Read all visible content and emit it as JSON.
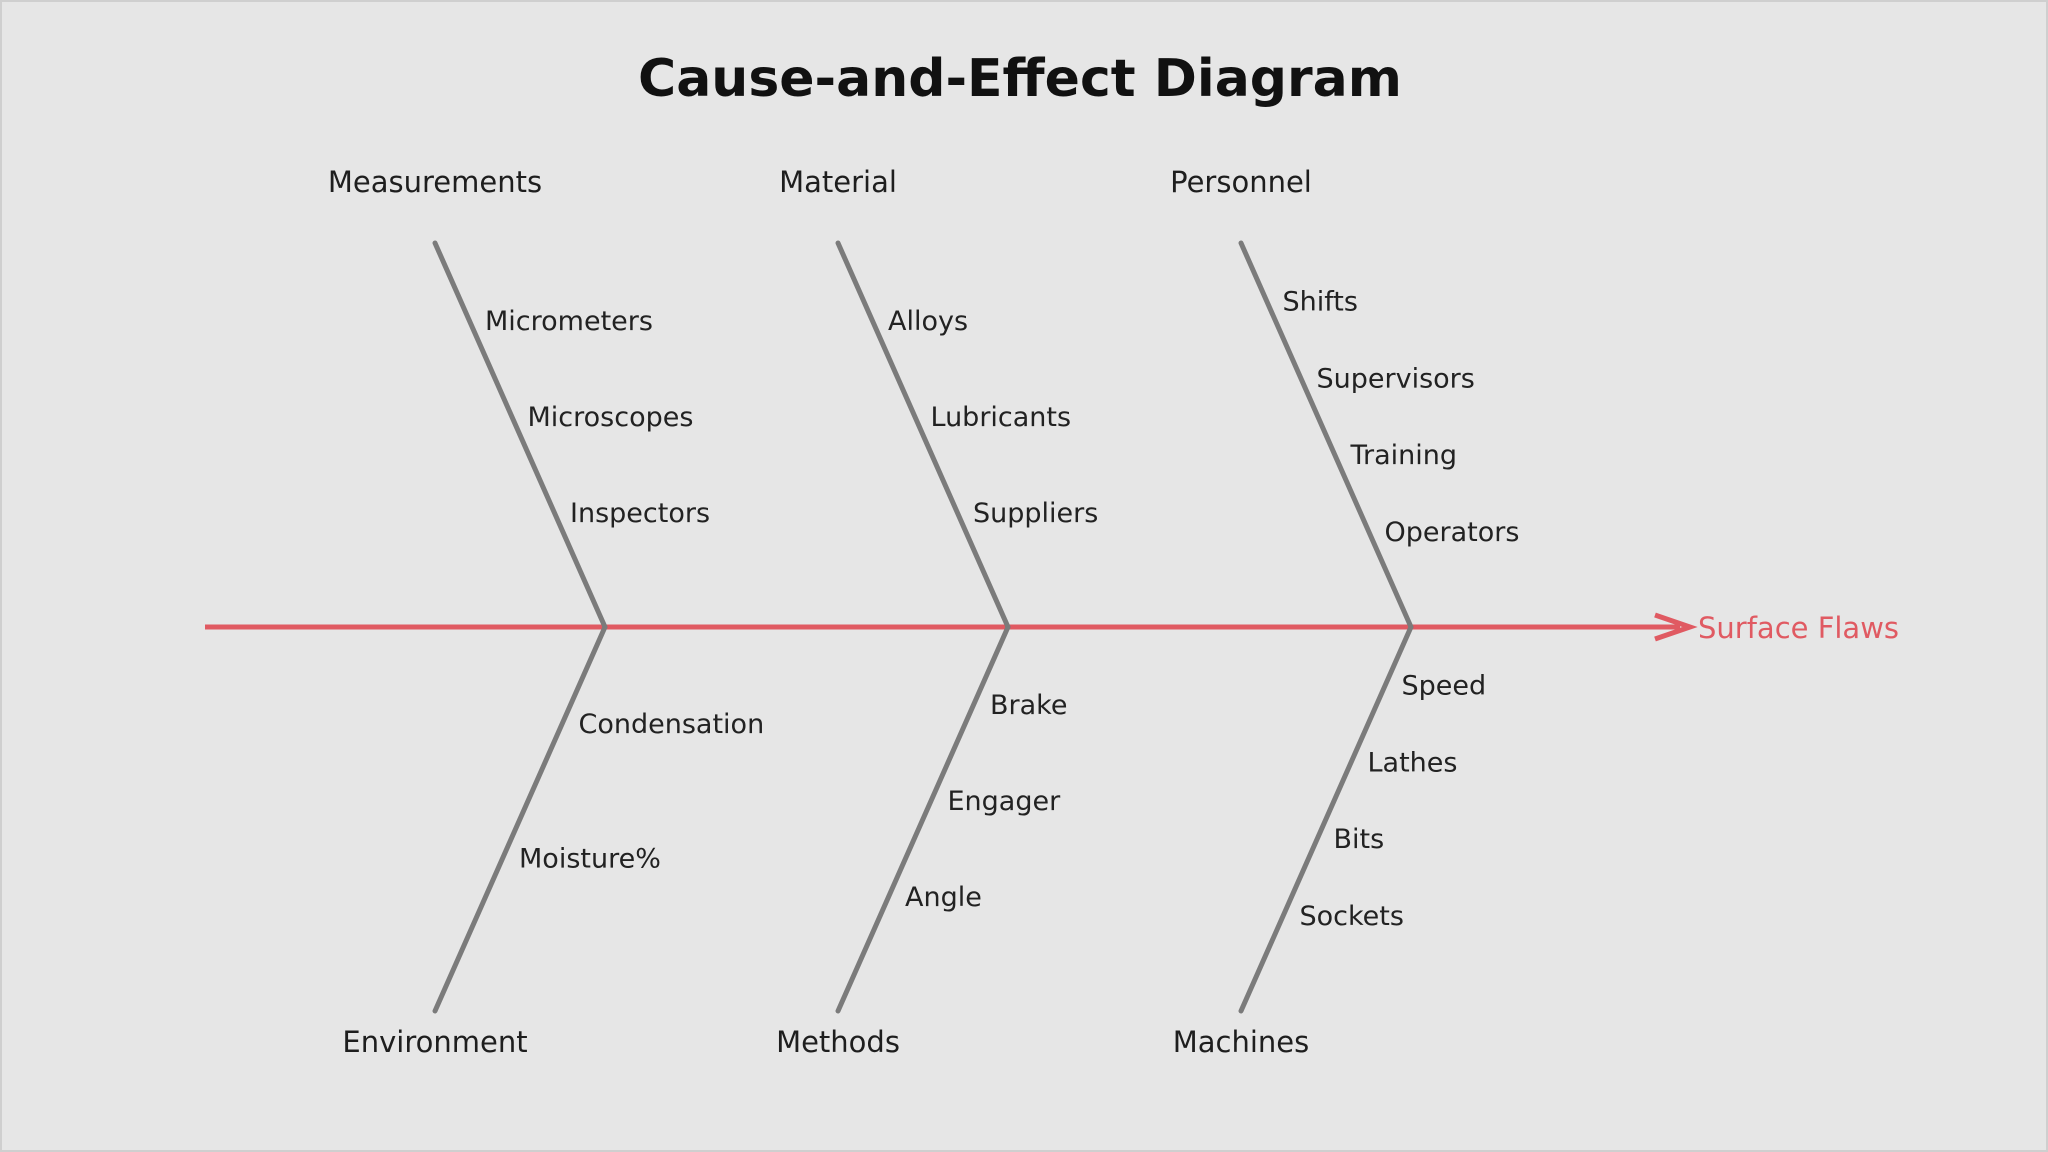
{
  "title": "Cause-and-Effect Diagram",
  "effect": {
    "label": "Surface Flaws",
    "color": "#e05a62"
  },
  "bone_color": "#7b7b7b",
  "top_categories": [
    {
      "name": "Measurements",
      "causes": [
        "Micrometers",
        "Microscopes",
        "Inspectors"
      ]
    },
    {
      "name": "Material",
      "causes": [
        "Alloys",
        "Lubricants",
        "Suppliers"
      ]
    },
    {
      "name": "Personnel",
      "causes": [
        "Shifts",
        "Supervisors",
        "Training",
        "Operators"
      ]
    }
  ],
  "bottom_categories": [
    {
      "name": "Environment",
      "causes": [
        "Condensation",
        "Moisture%"
      ]
    },
    {
      "name": "Methods",
      "causes": [
        "Brake",
        "Engager",
        "Angle"
      ]
    },
    {
      "name": "Machines",
      "causes": [
        "Speed",
        "Lathes",
        "Bits",
        "Sockets"
      ]
    }
  ]
}
